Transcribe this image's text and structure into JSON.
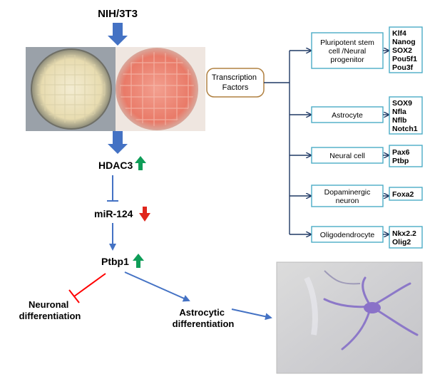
{
  "cell_line": "NIH/3T3",
  "pathway": {
    "hdac": "HDAC3",
    "mirna": "miR-124",
    "ptbp": "Ptbp1",
    "outcome_left": [
      "Neuronal",
      "differentiation"
    ],
    "outcome_right": [
      "Astrocytic",
      "differentiation"
    ]
  },
  "tf_box": [
    "Transcription",
    "Factors"
  ],
  "branches": [
    {
      "cell": [
        "Pluripotent stem",
        "cell /Neural",
        "progenitor"
      ],
      "genes": [
        "Klf4",
        "Nanog",
        "SOX2",
        "Pou5f1",
        "Pou3f"
      ]
    },
    {
      "cell": [
        "Astrocyte"
      ],
      "genes": [
        "SOX9",
        "Nfla",
        "Nflb",
        "Notch1"
      ]
    },
    {
      "cell": [
        "Neural cell"
      ],
      "genes": [
        "Pax6",
        "Ptbp"
      ]
    },
    {
      "cell": [
        "Dopaminergic",
        "neuron"
      ],
      "genes": [
        "Foxa2"
      ]
    },
    {
      "cell": [
        "Oligodendrocyte"
      ],
      "genes": [
        "Nkx2.2",
        "Olig2"
      ]
    }
  ],
  "colors": {
    "blue_arrow": "#4472c4",
    "teal_box": "#4bacc6",
    "navy_line": "#1f3864",
    "up_arrow": "#0f9d58",
    "down_arrow": "#e0261c",
    "inhibit_red": "#ff0000",
    "tf_border": "#b08040"
  },
  "icons": {
    "up": "green-up-arrow-icon",
    "down": "red-down-arrow-icon"
  }
}
